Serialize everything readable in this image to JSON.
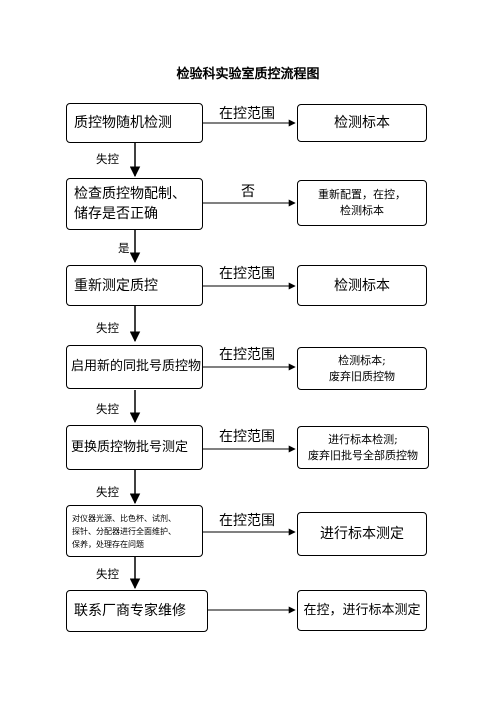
{
  "title": "检验科实验室质控流程图",
  "steps": [
    {
      "left": "质控物随机检测",
      "edge": "在控范围",
      "right": "检测标本"
    },
    {
      "left_lines": [
        "检查质控物配制、",
        "储存是否正确"
      ],
      "edge": "否",
      "right_lines": [
        "重新配置，在控，",
        "检测标本"
      ]
    },
    {
      "left": "重新测定质控",
      "edge": "在控范围",
      "right": "检测标本"
    },
    {
      "left": "启用新的同批号质控物",
      "edge": "在控范围",
      "right_lines": [
        "检测标本;",
        "废弃旧质控物"
      ]
    },
    {
      "left": "更换质控物批号测定",
      "edge": "在控范围",
      "right_lines": [
        "进行标本检测;",
        "废弃旧批号全部质控物"
      ]
    },
    {
      "left_lines": [
        "对仪器光源、比色杯、试剂、",
        "探针、分配器进行全面维护、",
        "保养，处理存在问题"
      ],
      "edge": "在控范围",
      "right": "进行标本测定"
    },
    {
      "left": "联系厂商专家维修",
      "edge": "",
      "right": "在控，进行标本测定"
    }
  ],
  "down_labels": [
    "失控",
    "是",
    "失控",
    "失控",
    "失控",
    "失控"
  ]
}
